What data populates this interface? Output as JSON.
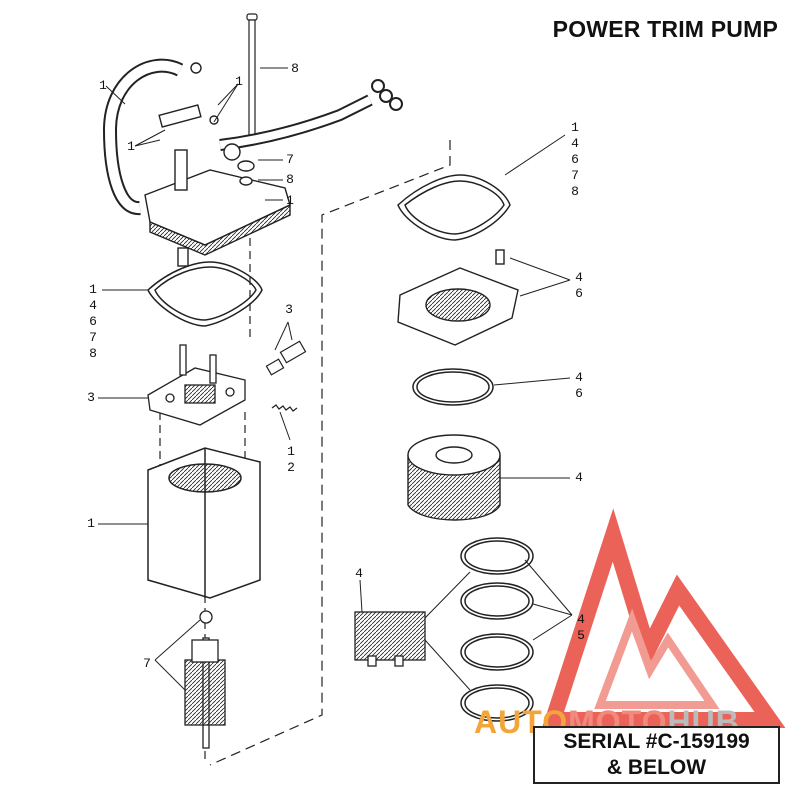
{
  "title": "POWER TRIM PUMP",
  "serial_note": {
    "line1": "SERIAL #C-159199",
    "line2": "& BELOW"
  },
  "watermark": {
    "part1": "AUTO",
    "part2": "MOTO",
    "part3": "HUB",
    "color_red": "#e8483b",
    "color_orange": "#f4a53a"
  },
  "callouts": {
    "c_cable_1": "1",
    "c_screw_1": "1",
    "c_rod_8": "8",
    "c_cap_1a": "1",
    "c_cap_1b": "1",
    "c_w7": "7",
    "c_w8": "8",
    "c_gasket_top_1": "1",
    "c_gasket_top_4": "4",
    "c_gasket_top_6": "6",
    "c_gasket_top_7": "7",
    "c_gasket_top_8": "8",
    "c_gasket_l_1": "1",
    "c_gasket_l_4": "4",
    "c_gasket_l_6": "6",
    "c_gasket_l_7": "7",
    "c_gasket_l_8": "8",
    "c_brush_3": "3",
    "c_brushplate_3": "3",
    "c_spring_1": "1",
    "c_spring_2": "2",
    "c_housing_1": "1",
    "c_endcap_4": "4",
    "c_endcap_6": "6",
    "c_oring_4": "4",
    "c_oring_6": "6",
    "c_pump_4": "4",
    "c_valve_4": "4",
    "c_seals_4": "4",
    "c_seals_5": "5",
    "c_armature_7": "7"
  }
}
